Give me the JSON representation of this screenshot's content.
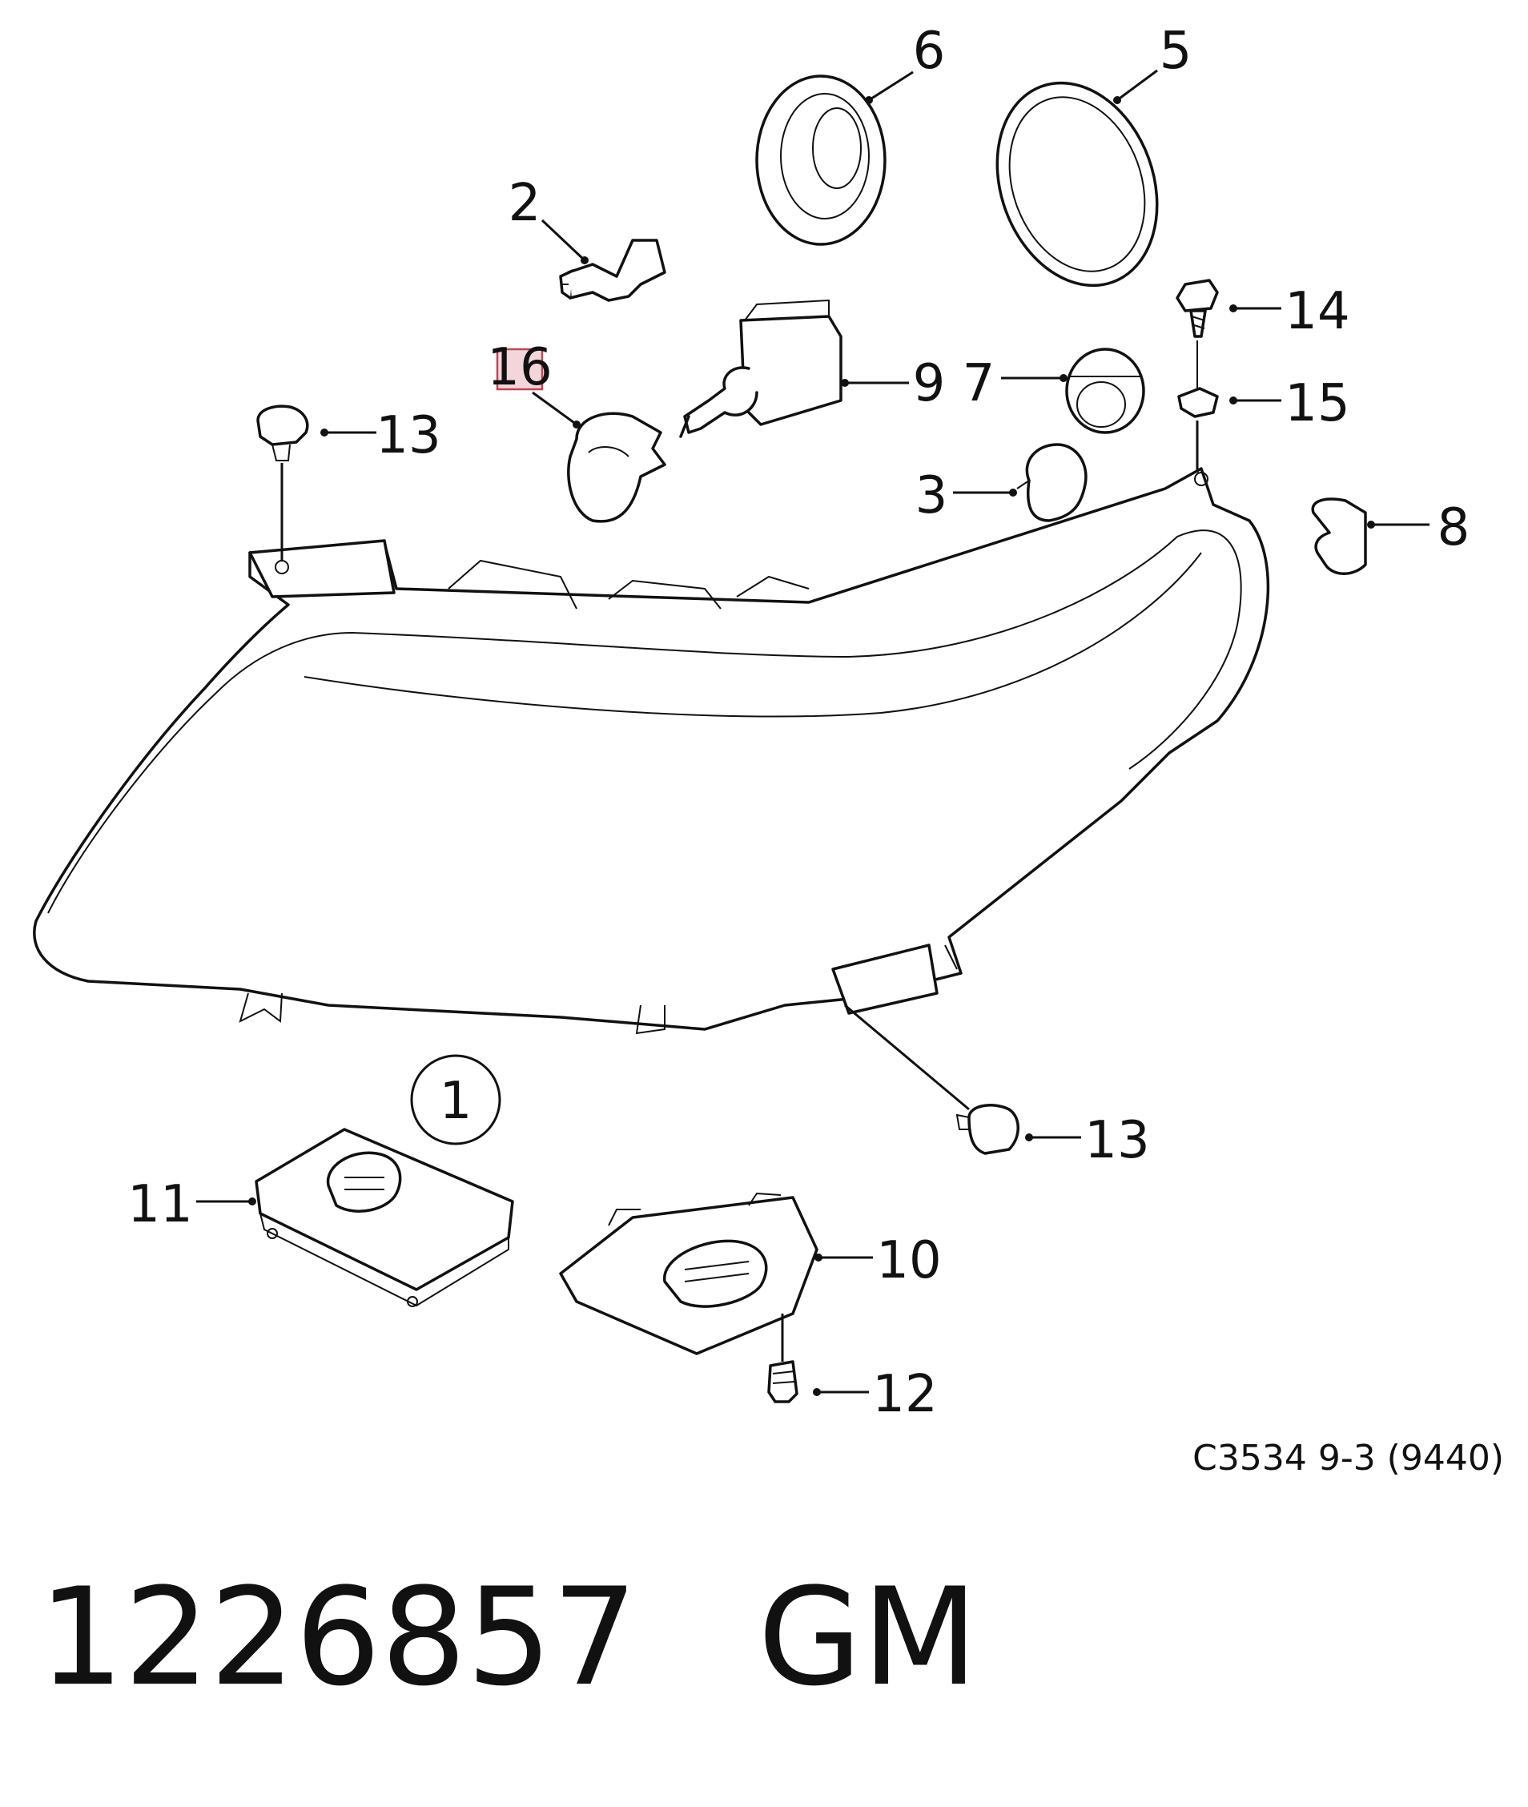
{
  "callouts": {
    "c1": "1",
    "c2": "2",
    "c3": "3",
    "c5": "5",
    "c6": "6",
    "c7": "7",
    "c8": "8",
    "c9": "9",
    "c10": "10",
    "c11": "11",
    "c12": "12",
    "c13a": "13",
    "c13b": "13",
    "c14": "14",
    "c15": "15",
    "c16": "16"
  },
  "reference_code": "C3534 9-3 (9440)",
  "part_number": "1226857",
  "brand": "GM",
  "colors": {
    "ink": "#111111",
    "highlight_fill": "#f3d6dc",
    "highlight_stroke": "#c0455a"
  }
}
